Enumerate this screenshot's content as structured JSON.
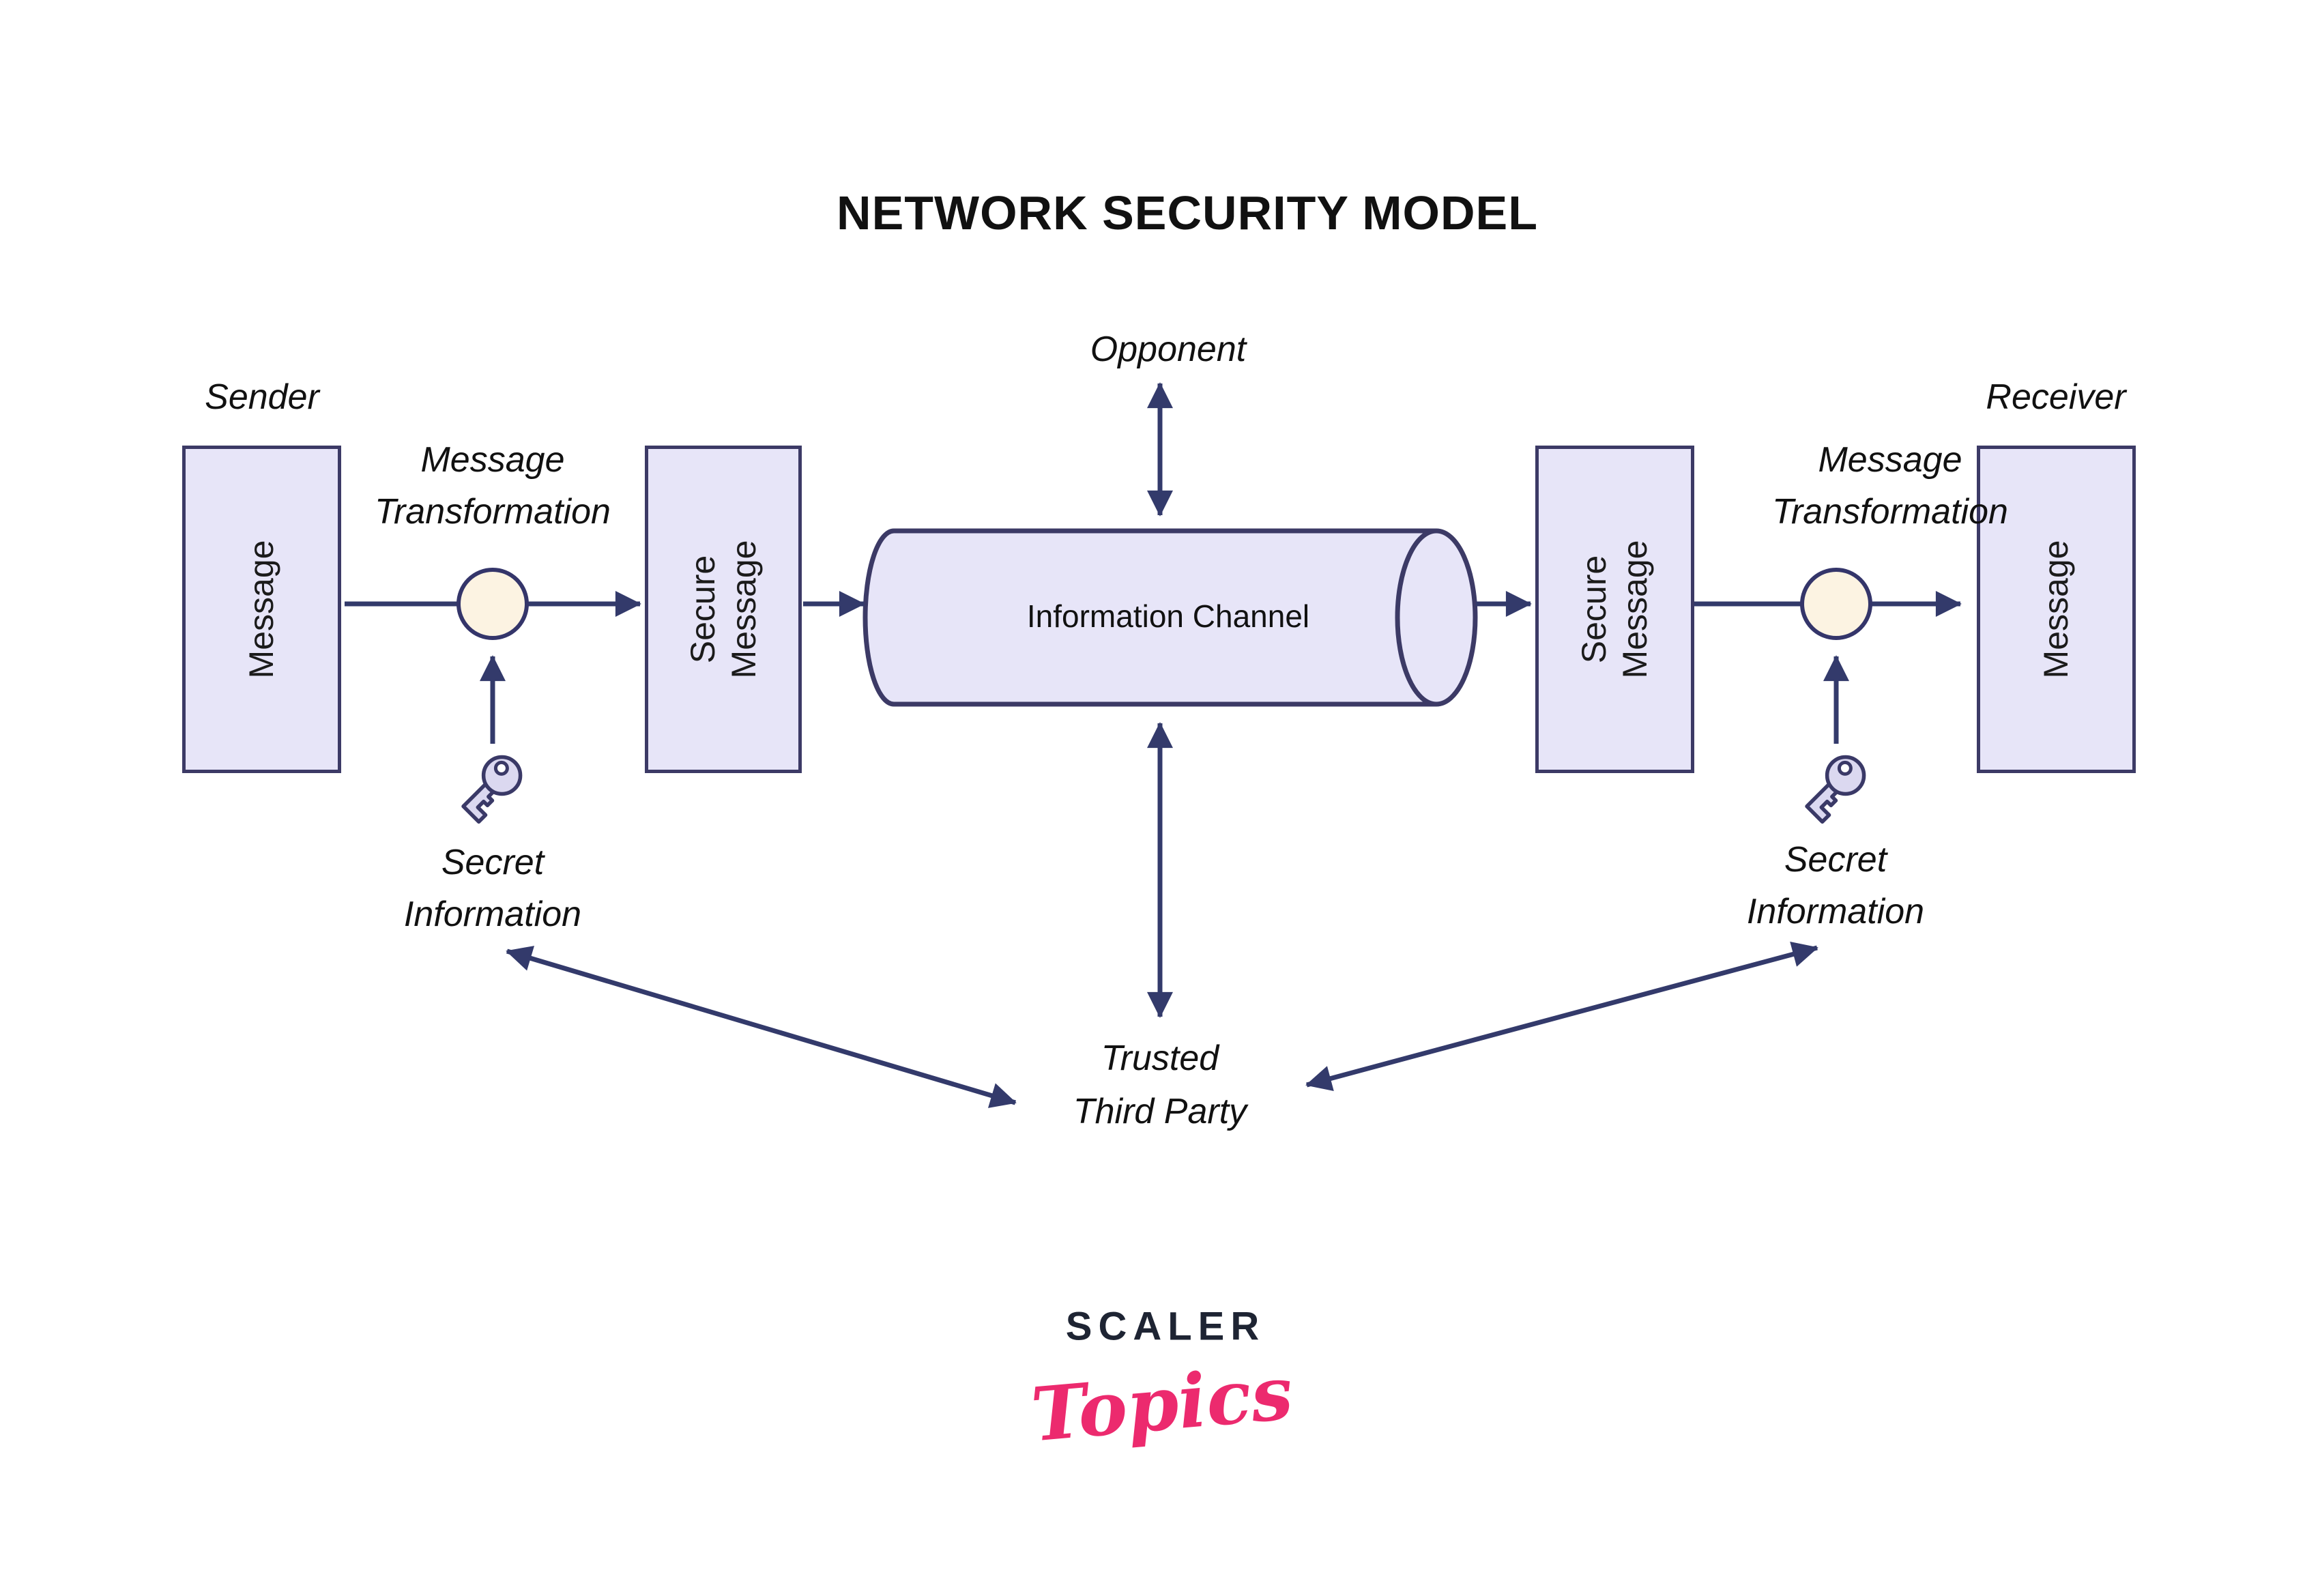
{
  "title": "NETWORK SECURITY MODEL",
  "left": {
    "role": "Sender",
    "message_box": "Message",
    "transformation": "Message\nTransformation",
    "secure_box": "Secure\nMessage",
    "secret": "Secret\nInformation"
  },
  "right": {
    "role": "Receiver",
    "message_box": "Message",
    "transformation": "Message\nTransformation",
    "secure_box": "Secure\nMessage",
    "secret": "Secret\nInformation"
  },
  "center": {
    "opponent": "Opponent",
    "channel": "Information Channel",
    "trusted_third_party": "Trusted\nThird Party"
  },
  "logo": {
    "brand": "SCALER",
    "sub": "Topics"
  },
  "colors": {
    "box_fill": "#e7e5f8",
    "outline": "#3c3a66",
    "arrow": "#333a6b",
    "circle_fill": "#fcf3e2",
    "key_fill": "#dbd8f0",
    "brand_navy": "#1e2433",
    "brand_pink": "#ec2a6e"
  }
}
